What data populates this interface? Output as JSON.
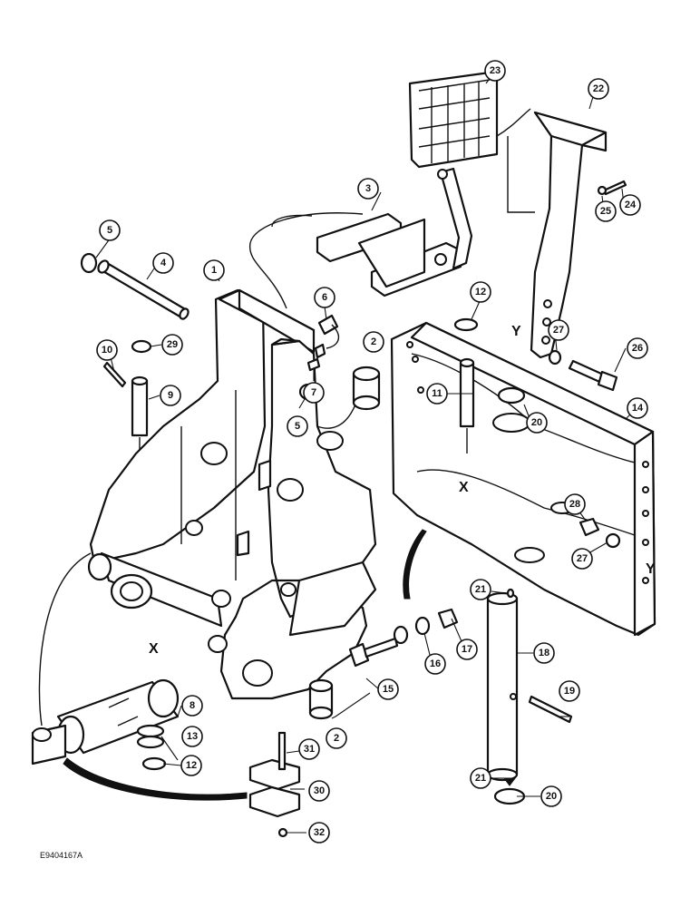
{
  "figure_id": "E9404167A",
  "connection_marks": {
    "x": "X",
    "y": "Y"
  },
  "callouts": {
    "c1": "1",
    "c2a": "2",
    "c2b": "2",
    "c3": "3",
    "c4": "4",
    "c5a": "5",
    "c5b": "5",
    "c6": "6",
    "c7": "7",
    "c8": "8",
    "c9": "9",
    "c10": "10",
    "c11": "11",
    "c12a": "12",
    "c12b": "12",
    "c13": "13",
    "c14": "14",
    "c15": "15",
    "c16": "16",
    "c17": "17",
    "c18": "18",
    "c19": "19",
    "c20a": "20",
    "c20b": "20",
    "c21a": "21",
    "c21b": "21",
    "c22": "22",
    "c23": "23",
    "c24": "24",
    "c25": "25",
    "c26": "26",
    "c27a": "27",
    "c27b": "27",
    "c28": "28",
    "c29": "29",
    "c30": "30",
    "c31": "31",
    "c32": "32"
  }
}
